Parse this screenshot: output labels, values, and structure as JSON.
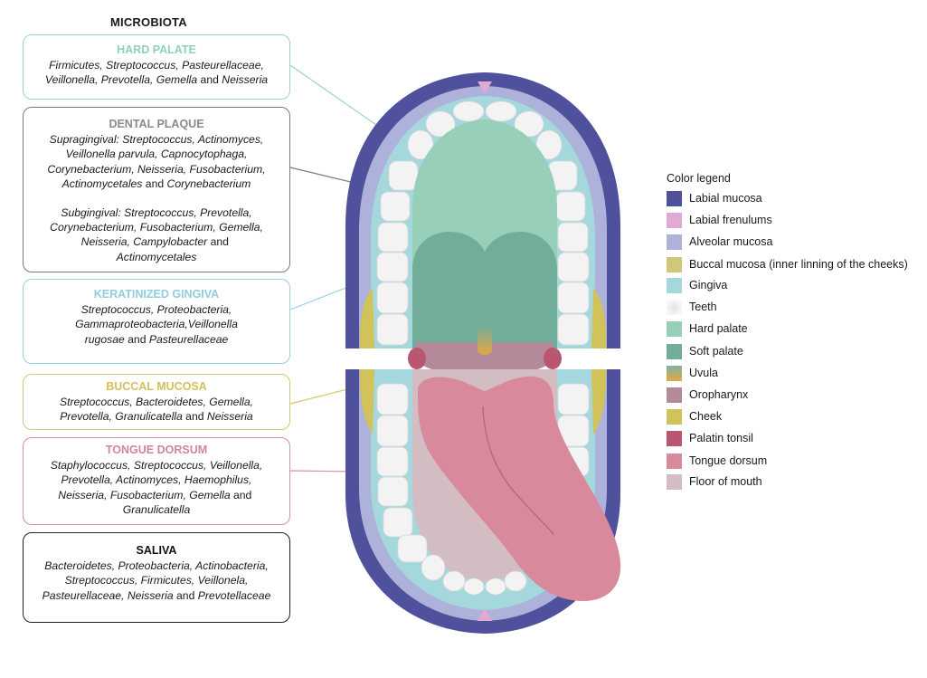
{
  "header": "MICROBIOTA",
  "boxes": {
    "hard_palate": {
      "title": "HARD PALATE",
      "t1": "Firmicutes, Streptococcus, Pasteurellaceae,",
      "t2": "Veillonella, Prevotella, Gemella",
      "t2b": " and ",
      "t3": "Neisseria"
    },
    "dental_plaque": {
      "title": "DENTAL PLAQUE",
      "supra1": "Supragingival: Streptococcus, Actinomyces,",
      "supra2": "Veillonella parvula, Capnocytophaga,",
      "supra3": "Corynebacterium, Neisseria, Fusobacterium,",
      "supra4": "Actinomycetales",
      "supra4b": " and ",
      "supra4c": "Corynebacterium",
      "sub1": "Subgingival: Streptococcus, Prevotella,",
      "sub2": "Corynebacterium, Fusobacterium, Gemella,",
      "sub3": "Neisseria, Campylobacter",
      "sub3b": " and ",
      "sub4": "Actinomycetales"
    },
    "keratinized_gingiva": {
      "title": "KERATINIZED GINGIVA",
      "t1": "Streptococcus, Proteobacteria,",
      "t2": "Gammaproteobacteria,Veillonella",
      "t3": "rugosae",
      "t3b": " and ",
      "t3c": "Pasteurellaceae"
    },
    "buccal_mucosa": {
      "title": "BUCCAL MUCOSA",
      "t1": "Streptococcus, Bacteroidetes, Gemella,",
      "t2": "Prevotella, Granulicatella",
      "t2b": " and ",
      "t2c": "Neisseria"
    },
    "tongue_dorsum": {
      "title": "TONGUE DORSUM",
      "t1": "Staphylococcus, Streptococcus, Veillonella,",
      "t2": "Prevotella, Actinomyces, Haemophilus,",
      "t3": "Neisseria, Fusobacterium, Gemella",
      "t3b": " and ",
      "t4": "Granulicatella"
    },
    "saliva": {
      "title": "SALIVA",
      "t1": "Bacteroidetes, Proteobacteria, Actinobacteria,",
      "t2": "Streptococcus, Firmicutes, Veillonela,",
      "t3": "Pasteurellaceae, Neisseria",
      "t3b": " and ",
      "t3c": "Prevotellaceae"
    }
  },
  "legend": {
    "title": "Color legend",
    "items": [
      {
        "label": "Labial mucosa",
        "color": "#4f519d"
      },
      {
        "label": "Labial frenulums",
        "color": "#e0aad2"
      },
      {
        "label": "Alveolar mucosa",
        "color": "#aeb1d9"
      },
      {
        "label": "Buccal mucosa (inner linning of the cheeks)",
        "color": "#d2c777"
      },
      {
        "label": "Gingiva",
        "color": "#a4d8dc"
      },
      {
        "label": "Teeth",
        "color": "#f1f1f1"
      },
      {
        "label": "Hard palate",
        "color": "#98cfb9"
      },
      {
        "label": "Soft palate",
        "color": "#72ad99"
      },
      {
        "label": "Uvula",
        "color": "#7fb2a6"
      },
      {
        "label": "Oropharynx",
        "color": "#b48a9b"
      },
      {
        "label": "Cheek",
        "color": "#d1c25a"
      },
      {
        "label": "Palatin tonsil",
        "color": "#bb5670"
      },
      {
        "label": "Tongue dorsum",
        "color": "#d8899c"
      },
      {
        "label": "Floor of mouth",
        "color": "#d3bcc2"
      }
    ]
  },
  "colors": {
    "hard_palate_border": "#98d5c6",
    "dental_plaque_border": "#7a7a7a",
    "keratinized_gingiva_border": "#93d2de",
    "buccal_mucosa_border": "#d6c86e",
    "tongue_dorsum_border": "#d98ea4",
    "saliva_border": "#222222",
    "hard_palate_title": "#8fd0bf",
    "dental_plaque_title": "#8a8a8a",
    "keratinized_gingiva_title": "#8fcfdc",
    "buccal_mucosa_title": "#d2c15c",
    "tongue_dorsum_title": "#d0859b",
    "saliva_title": "#111111"
  }
}
